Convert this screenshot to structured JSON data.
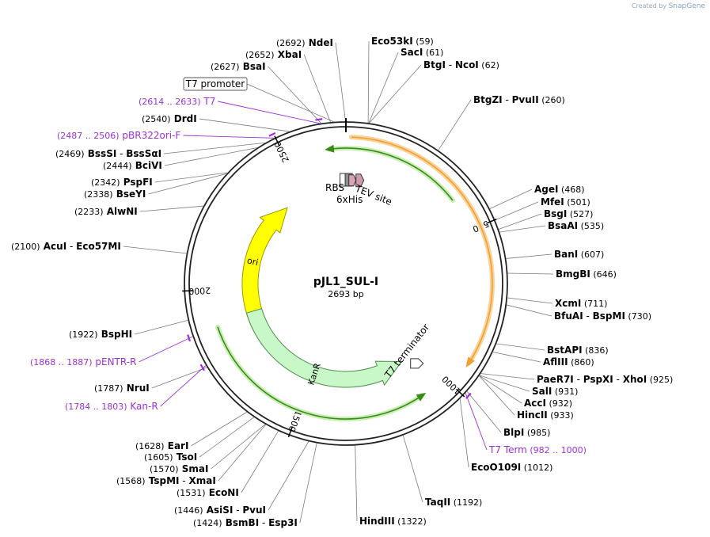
{
  "credit": {
    "text": "Created by",
    "brand": "SnapGene"
  },
  "plasmid": {
    "name": "pJL1_SUL-I",
    "size": "2693 bp",
    "length_bp": 2693
  },
  "ticks": [
    {
      "label": "500",
      "bp": 500
    },
    {
      "label": "1000",
      "bp": 1000
    },
    {
      "label": "1500",
      "bp": 1500
    },
    {
      "label": "2000",
      "bp": 2000
    },
    {
      "label": "2500",
      "bp": 2500
    }
  ],
  "features": [
    {
      "name": "ori",
      "start": 1823,
      "end": 2411,
      "strand": 1,
      "color": "#ffff00",
      "stroke": "#9a9a00",
      "ring": "inner"
    },
    {
      "name": "KanR",
      "start": 1081,
      "end": 1896,
      "strand": -1,
      "color": "#c8f7c8",
      "stroke": "#4f8f4f",
      "ring": "inner"
    }
  ],
  "feature_labels": [
    {
      "name": "RBS"
    },
    {
      "name": "6xHis"
    },
    {
      "name": "TEV site"
    },
    {
      "name": "T7 terminator"
    }
  ],
  "enzymes": [
    {
      "name": "Eco53kI",
      "pos": "(59)",
      "bp": 59,
      "group": "top-right"
    },
    {
      "name": "SacI",
      "pos": "(61)",
      "bp": 61,
      "group": "top-right"
    },
    {
      "name": "BtgI",
      "name2": "NcoI",
      "pos": "(62)",
      "bp": 62,
      "group": "top-right"
    },
    {
      "name": "BtgZI",
      "name2": "PvuII",
      "pos": "(260)",
      "bp": 260,
      "group": "right"
    },
    {
      "name": "AgeI",
      "pos": "(468)",
      "bp": 468,
      "group": "right"
    },
    {
      "name": "MfeI",
      "pos": "(501)",
      "bp": 501,
      "group": "right"
    },
    {
      "name": "BsgI",
      "pos": "(527)",
      "bp": 527,
      "group": "right"
    },
    {
      "name": "BsaAI",
      "pos": "(535)",
      "bp": 535,
      "group": "right"
    },
    {
      "name": "BanI",
      "pos": "(607)",
      "bp": 607,
      "group": "right"
    },
    {
      "name": "BmgBI",
      "pos": "(646)",
      "bp": 646,
      "group": "right"
    },
    {
      "name": "XcmI",
      "pos": "(711)",
      "bp": 711,
      "group": "right"
    },
    {
      "name": "BfuAI",
      "name2": "BspMI",
      "pos": "(730)",
      "bp": 730,
      "group": "right"
    },
    {
      "name": "BstAPI",
      "pos": "(836)",
      "bp": 836,
      "group": "right"
    },
    {
      "name": "AflIII",
      "pos": "(860)",
      "bp": 860,
      "group": "right"
    },
    {
      "name": "PaeR7I",
      "name2": "PspXI",
      "name3": "XhoI",
      "pos": "(925)",
      "bp": 925,
      "group": "right"
    },
    {
      "name": "SalI",
      "pos": "(931)",
      "bp": 931,
      "group": "right"
    },
    {
      "name": "AccI",
      "pos": "(932)",
      "bp": 932,
      "group": "right"
    },
    {
      "name": "HincII",
      "pos": "(933)",
      "bp": 933,
      "group": "right"
    },
    {
      "name": "BlpI",
      "pos": "(985)",
      "bp": 985,
      "group": "right"
    },
    {
      "name": "EcoO109I",
      "pos": "(1012)",
      "bp": 1012,
      "group": "bottom"
    },
    {
      "name": "TaqII",
      "pos": "(1192)",
      "bp": 1192,
      "group": "bottom"
    },
    {
      "name": "HindIII",
      "pos": "(1322)",
      "bp": 1322,
      "group": "bottom"
    },
    {
      "name": "BsmBI",
      "name2": "Esp3I",
      "pos": "(1424)",
      "bp": 1424,
      "group": "bottom-left"
    },
    {
      "name": "AsiSI",
      "name2": "PvuI",
      "pos": "(1446)",
      "bp": 1446,
      "group": "bottom-left"
    },
    {
      "name": "EcoNI",
      "pos": "(1531)",
      "bp": 1531,
      "group": "bottom-left"
    },
    {
      "name": "TspMI",
      "name2": "XmaI",
      "pos": "(1568)",
      "bp": 1568,
      "group": "bottom-left"
    },
    {
      "name": "SmaI",
      "pos": "(1570)",
      "bp": 1570,
      "group": "bottom-left"
    },
    {
      "name": "TsoI",
      "pos": "(1605)",
      "bp": 1605,
      "group": "bottom-left"
    },
    {
      "name": "EarI",
      "pos": "(1628)",
      "bp": 1628,
      "group": "bottom-left"
    },
    {
      "name": "NruI",
      "pos": "(1787)",
      "bp": 1787,
      "group": "left"
    },
    {
      "name": "BspHI",
      "pos": "(1922)",
      "bp": 1922,
      "group": "left"
    },
    {
      "name": "AcuI",
      "name2": "Eco57MI",
      "pos": "(2100)",
      "bp": 2100,
      "group": "left"
    },
    {
      "name": "AlwNI",
      "pos": "(2233)",
      "bp": 2233,
      "group": "left"
    },
    {
      "name": "BseYI",
      "pos": "(2338)",
      "bp": 2338,
      "group": "left"
    },
    {
      "name": "PspFI",
      "pos": "(2342)",
      "bp": 2342,
      "group": "left"
    },
    {
      "name": "BciVI",
      "pos": "(2444)",
      "bp": 2444,
      "group": "left"
    },
    {
      "name": "BssSI",
      "name2": "BssSαI",
      "pos": "(2469)",
      "bp": 2469,
      "group": "left"
    },
    {
      "name": "DrdI",
      "pos": "(2540)",
      "bp": 2540,
      "group": "left"
    },
    {
      "name": "BsaI",
      "pos": "(2627)",
      "bp": 2627,
      "group": "top-left"
    },
    {
      "name": "XbaI",
      "pos": "(2652)",
      "bp": 2652,
      "group": "top-left"
    },
    {
      "name": "NdeI",
      "pos": "(2692)",
      "bp": 2692,
      "group": "top-left"
    }
  ],
  "primers": [
    {
      "name": "T7",
      "range": "(2614 .. 2633)",
      "bp": 2623
    },
    {
      "name": "pBR322ori-F",
      "range": "(2487 .. 2506)",
      "bp": 2496
    },
    {
      "name": "pENTR-R",
      "range": "(1868 .. 1887)",
      "bp": 1877
    },
    {
      "name": "Kan-R",
      "range": "(1784 .. 1803)",
      "bp": 1793
    },
    {
      "name": "T7 Term",
      "range": "(982 .. 1000)",
      "bp": 991
    }
  ],
  "promoter_box": {
    "name": "T7 promoter"
  },
  "colors": {
    "primer": "#9b30d9",
    "ring": "#222222",
    "orf_outer": "#f0a030",
    "orf_inner": "#3a8a1a"
  }
}
